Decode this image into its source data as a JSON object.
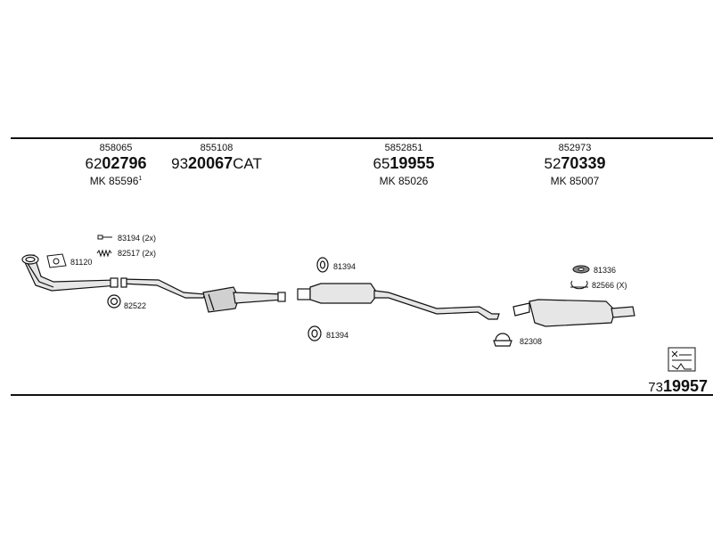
{
  "parts": [
    {
      "ref_top": "858065",
      "main_prefix": "62",
      "main_bold": "02796",
      "main_suffix": "",
      "mk": "MK  85596",
      "mk_mark": "1"
    },
    {
      "ref_top": "855108",
      "main_prefix": "93",
      "main_bold": "20067",
      "main_suffix": "CAT",
      "mk": "",
      "mk_mark": ""
    },
    {
      "ref_top": "5852851",
      "main_prefix": "65",
      "main_bold": "19955",
      "main_suffix": "",
      "mk": "MK  85026",
      "mk_mark": ""
    },
    {
      "ref_top": "852973",
      "main_prefix": "52",
      "main_bold": "70339",
      "main_suffix": "",
      "mk": "MK  85007",
      "mk_mark": ""
    }
  ],
  "callouts": {
    "c81120": "81120",
    "c83194": "83194 (2x)",
    "c82517": "82517 (2x)",
    "c82522": "82522",
    "c81394a": "81394",
    "c81394b": "81394",
    "c81336": "81336",
    "c82566": "82566 (X)",
    "c82308": "82308"
  },
  "footer": {
    "prefix": "73",
    "bold": "19957"
  },
  "colors": {
    "line": "#111111",
    "fill": "#e6e6e6",
    "dark": "#555555"
  }
}
